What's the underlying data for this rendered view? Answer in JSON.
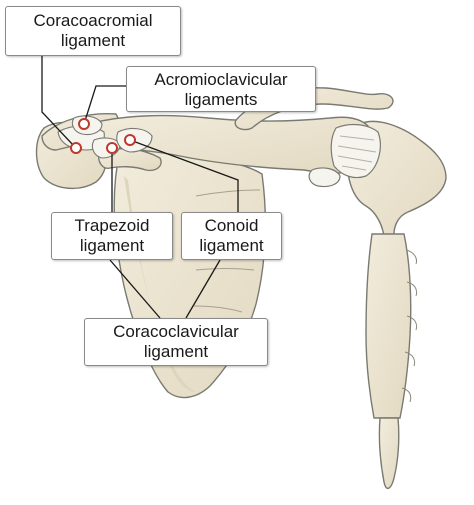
{
  "labels": {
    "coracoacromial": {
      "line1": "Coracoacromial",
      "line2": "ligament"
    },
    "acromioclavicular": {
      "line1": "Acromioclavicular",
      "line2": "ligaments"
    },
    "trapezoid": {
      "line1": "Trapezoid",
      "line2": "ligament"
    },
    "conoid": {
      "line1": "Conoid",
      "line2": "ligament"
    },
    "coracoclavicular": {
      "line1": "Coracoclavicular",
      "line2": "ligament"
    }
  },
  "colors": {
    "bone_fill": "#ede6d3",
    "bone_stroke": "#7a7a72",
    "ligament_fill": "#f6f4ef",
    "marker_ring": "#c0392b",
    "leader_line": "#1a1a1a"
  }
}
